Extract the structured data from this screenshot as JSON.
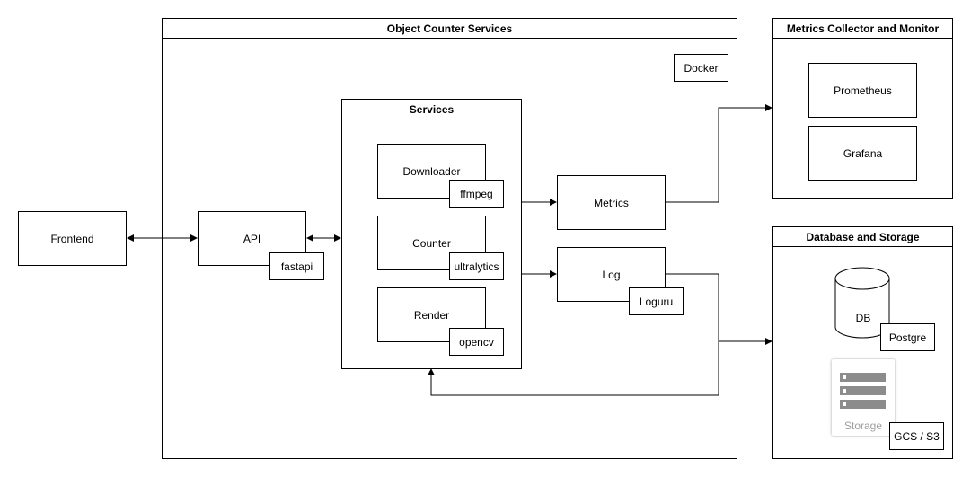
{
  "groups": {
    "object_counter": "Object Counter Services",
    "services": "Services",
    "metrics_monitor": "Metrics Collector and Monitor",
    "database_storage": "Database and Storage"
  },
  "nodes": {
    "frontend": "Frontend",
    "api": "API",
    "fastapi": "fastapi",
    "docker": "Docker",
    "downloader": "Downloader",
    "ffmpeg": "ffmpeg",
    "counter": "Counter",
    "ultralytics": "ultralytics",
    "render": "Render",
    "opencv": "opencv",
    "metrics": "Metrics",
    "log": "Log",
    "loguru": "Loguru",
    "prometheus": "Prometheus",
    "grafana": "Grafana",
    "db": "DB",
    "postgre": "Postgre",
    "storage": "Storage",
    "gcs_s3": "GCS / S3"
  },
  "colors": {
    "line": "#000000",
    "storage_icon": "#8c8c8c",
    "storage_label": "#9e9e9e"
  },
  "icons": {
    "database": "cylinder-database-icon",
    "storage": "server-rack-storage-icon"
  }
}
